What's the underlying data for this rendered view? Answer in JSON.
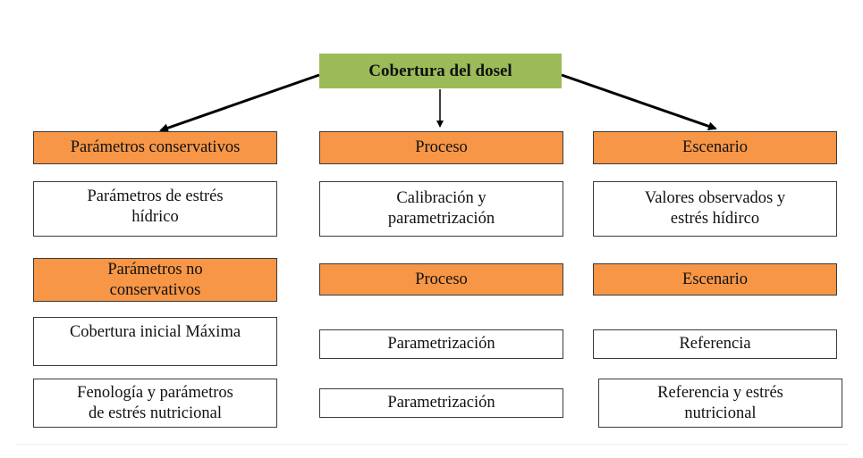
{
  "root": {
    "label": "Cobertura del dosel"
  },
  "columns": [
    {
      "header1": "Parámetros conservativos",
      "item1": "Parámetros de estrés\nhídrico",
      "header2": "Parámetros no\nconservativos",
      "item2": "Cobertura inicial Máxima",
      "item3": "Fenología y parámetros\nde estrés nutricional"
    },
    {
      "header1": "Proceso",
      "item1": "Calibración y\nparametrización",
      "header2": "Proceso",
      "item2": "Parametrización",
      "item3": "Parametrización"
    },
    {
      "header1": "Escenario",
      "item1": "Valores observados y\nestrés hídirco",
      "header2": "Escenario",
      "item2": "Referencia",
      "item3": "Referencia y estrés\nnutricional"
    }
  ],
  "colors": {
    "root_fill": "#9bbb59",
    "header_fill": "#f79646",
    "box_border": "#3a3a3a",
    "arrow": "#000000"
  }
}
